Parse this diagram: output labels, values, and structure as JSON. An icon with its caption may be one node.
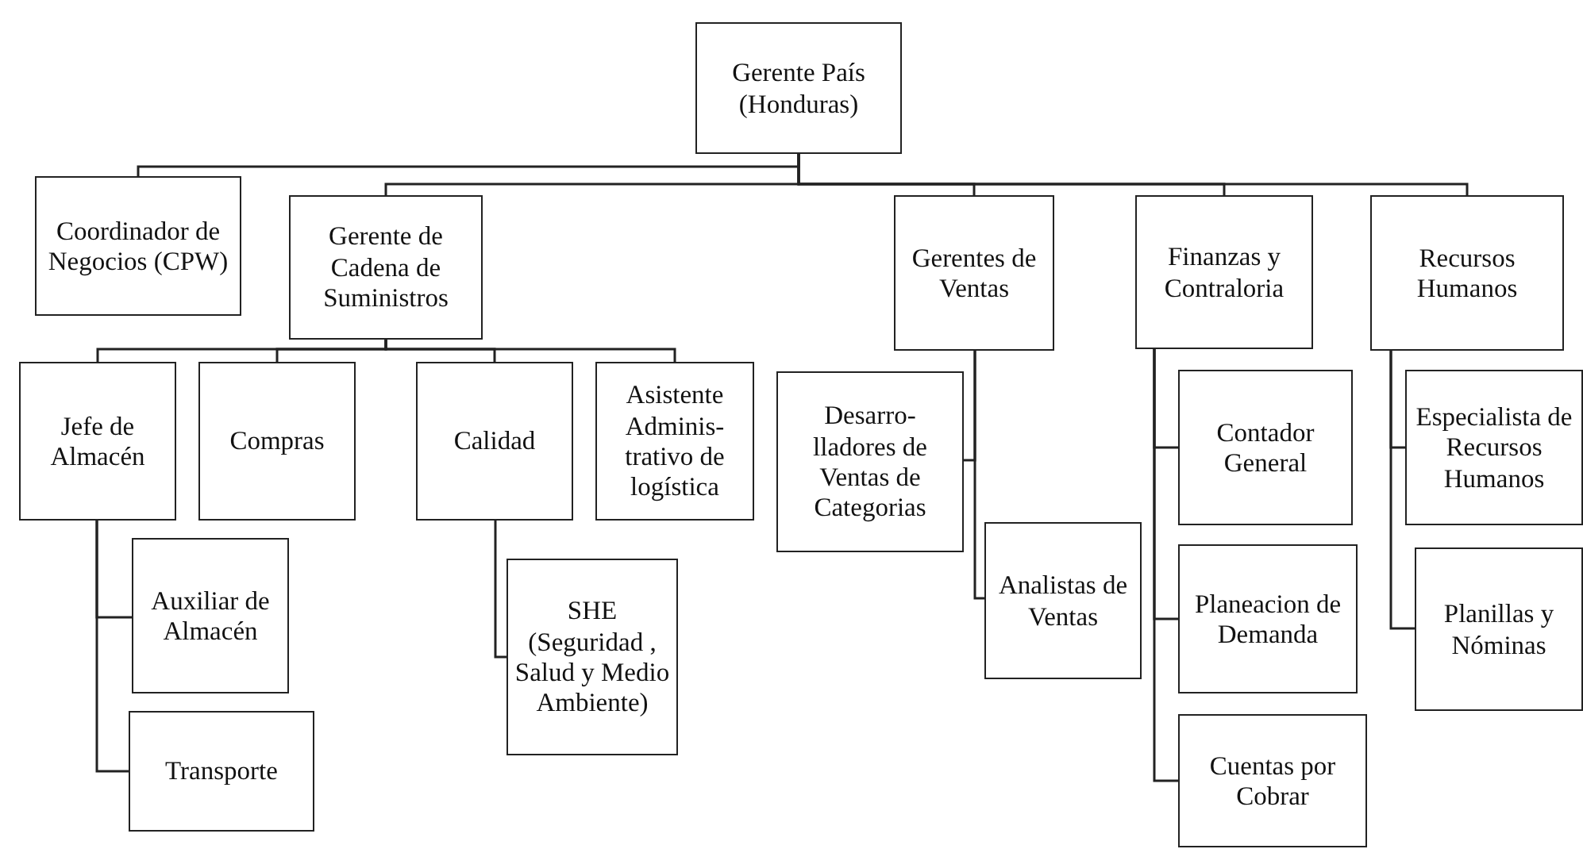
{
  "diagram": {
    "nodes": [
      {
        "text": [
          "Gerente País (Honduras)"
        ]
      },
      {
        "text": [
          "Coordinador de Negocios (CPW)"
        ]
      },
      {
        "text": [
          "Gerente de Cadena de Suministros"
        ]
      },
      {
        "text": [
          "Gerentes de Ventas"
        ]
      },
      {
        "text": [
          "Finanzas y Contraloria"
        ]
      },
      {
        "text": [
          "Recursos Humanos"
        ]
      },
      {
        "text": [
          "Jefe de Almacén"
        ]
      },
      {
        "text": [
          "Compras"
        ]
      },
      {
        "text": [
          "Calidad"
        ]
      },
      {
        "text": [
          "Asistente Adminis- trativo de logística"
        ]
      },
      {
        "text": [
          "Auxiliar de Almacén"
        ]
      },
      {
        "text": [
          "Transporte"
        ]
      },
      {
        "text": [
          "SHE (Seguridad , Salud y Medio Ambiente)"
        ]
      },
      {
        "text": [
          "Desarro- lladores de Ventas de Categorias"
        ]
      },
      {
        "text": [
          "Analistas de Ventas"
        ]
      },
      {
        "text": [
          "Contador General"
        ]
      },
      {
        "text": [
          "Planeacion de Demanda"
        ]
      },
      {
        "text": [
          "Cuentas por Cobrar"
        ]
      },
      {
        "text": [
          "Especialista de Recursos Humanos"
        ]
      },
      {
        "text": [
          "Planillas y Nóminas"
        ]
      }
    ],
    "edges": [
      {
        "from": 0,
        "to": 1,
        "arrow": "none"
      },
      {
        "from": 0,
        "to": 2,
        "arrow": "none"
      },
      {
        "from": 0,
        "to": 3,
        "arrow": "none"
      },
      {
        "from": 0,
        "to": 4,
        "arrow": "none"
      },
      {
        "from": 0,
        "to": 5,
        "arrow": "none"
      },
      {
        "from": 2,
        "to": 6,
        "arrow": "none"
      },
      {
        "from": 2,
        "to": 7,
        "arrow": "none"
      },
      {
        "from": 2,
        "to": 8,
        "arrow": "none"
      },
      {
        "from": 2,
        "to": 9,
        "arrow": "none"
      },
      {
        "from": 6,
        "to": 10,
        "arrow": "none"
      },
      {
        "from": 6,
        "to": 11,
        "arrow": "none"
      },
      {
        "from": 8,
        "to": 12,
        "arrow": "none"
      },
      {
        "from": 3,
        "to": 13,
        "arrow": "none"
      },
      {
        "from": 3,
        "to": 14,
        "arrow": "none"
      },
      {
        "from": 4,
        "to": 15,
        "arrow": "none"
      },
      {
        "from": 4,
        "to": 16,
        "arrow": "none"
      },
      {
        "from": 4,
        "to": 17,
        "arrow": "none"
      },
      {
        "from": 5,
        "to": 18,
        "arrow": "none"
      },
      {
        "from": 5,
        "to": 19,
        "arrow": "none"
      }
    ]
  }
}
